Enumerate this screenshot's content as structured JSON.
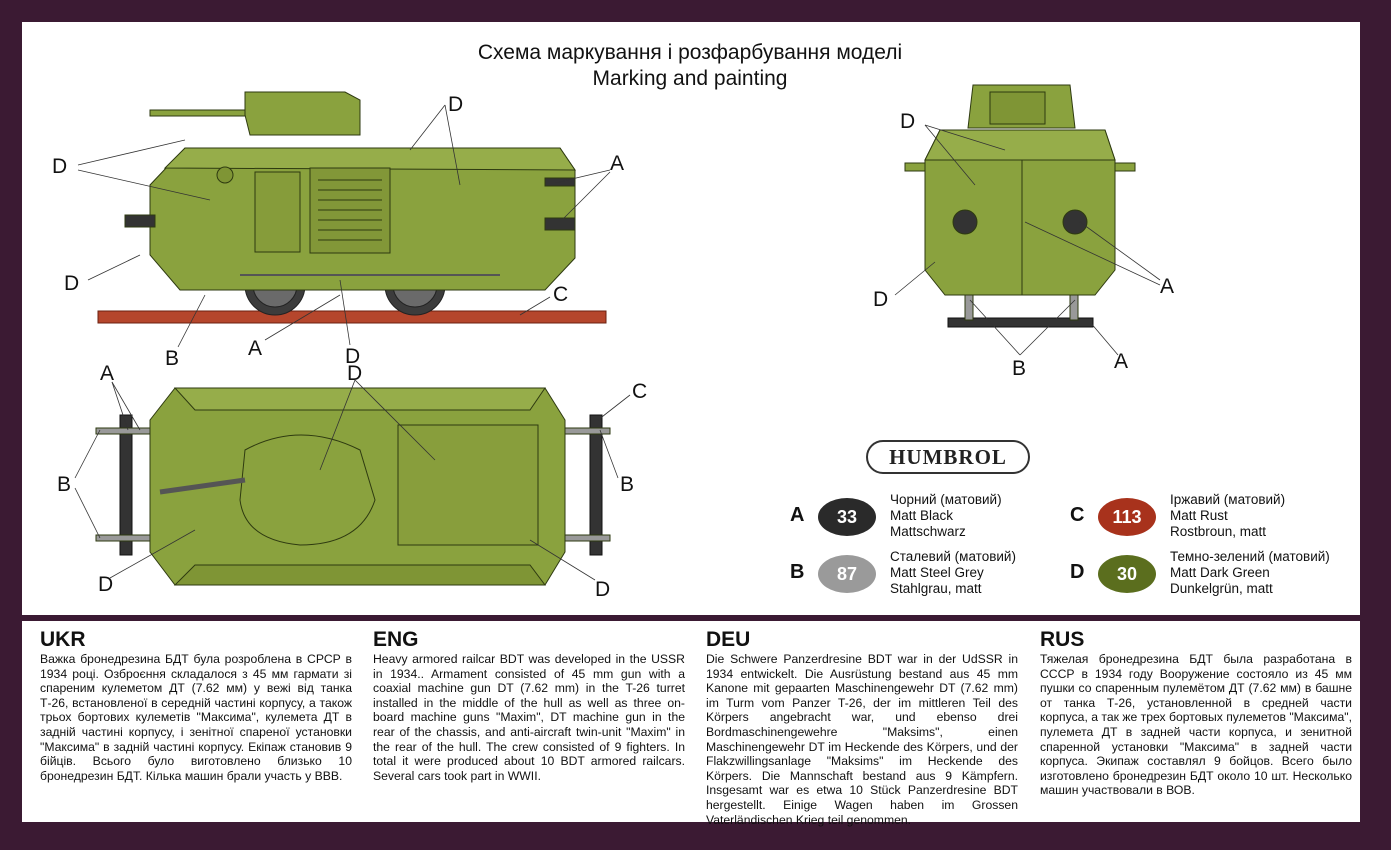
{
  "title": {
    "line1": "Схема маркування і розфарбування моделі",
    "line2": "Marking and painting"
  },
  "callouts": {
    "a": "A",
    "b": "B",
    "c": "C",
    "d": "D"
  },
  "brand": "HUMBROL",
  "paints": [
    {
      "letter": "A",
      "number": "33",
      "color": "#2a2a2a",
      "names": [
        "Чорний (матовий)",
        "Matt Black",
        "Mattschwarz"
      ]
    },
    {
      "letter": "B",
      "number": "87",
      "color": "#9a9a9a",
      "names": [
        "Сталевий (матовий)",
        "Matt Steel Grey",
        "Stahlgrau, matt"
      ]
    },
    {
      "letter": "C",
      "number": "113",
      "color": "#a8321c",
      "names": [
        "Іржавий (матовий)",
        "Matt Rust",
        "Rostbroun, matt"
      ]
    },
    {
      "letter": "D",
      "number": "30",
      "color": "#5b6e1e",
      "names": [
        "Темно-зелений (матовий)",
        "Matt Dark Green",
        "Dunkelgrün, matt"
      ]
    }
  ],
  "texts": [
    {
      "lang": "UKR",
      "body": "Важка бронедрезина БДТ була розроблена в СРСР в 1934 році. Озброєння складалося з 45 мм гармати зі спареним кулеметом ДТ (7.62 мм) у вежі від танка Т-26, встановленої в середній частині корпусу, а також трьох бортових кулеметів \"Максима\", кулемета ДТ в задній частині корпусу, і зенітної спареної установки \"Максима\" в задній частині корпусу. Екіпаж становив 9 бійців. Всього було виготовлено близько 10 бронедрезин БДТ. Кілька машин брали участь у ВВВ."
    },
    {
      "lang": "ENG",
      "body": "Heavy armored railcar BDT was developed in the USSR in 1934.. Armament consisted of 45 mm gun with a coaxial machine gun DT (7.62 mm) in the T-26 turret installed in the middle of the hull as well as three on-board machine guns \"Maxim\", DT machine gun in the rear of the chassis, and anti-aircraft twin-unit \"Maxim\" in the rear of the hull. The crew consisted of 9 fighters. In total it were produced about 10 BDT armored railcars. Several cars took part in WWII."
    },
    {
      "lang": "DEU",
      "body": "Die Schwere Panzerdresine BDT war in der UdSSR in 1934 entwickelt. Die Ausrüstung bestand aus 45 mm Kanone mit gepaarten Maschinengewehr DT (7.62 mm) im Turm vom Panzer T-26, der im mittleren Teil des Körpers angebracht war, und ebenso drei Bordmaschinengewehre \"Maksims\", einen Maschinengewehr DT im Heckende des Körpers, und der Flakzwillingsanlage \"Maksims\" im Heckende des Körpers. Die Mannschaft bestand aus 9 Kämpfern. Insgesamt war es etwa 10 Stück Panzerdresine BDT hergestellt. Einige Wagen haben im Grossen Vaterländischen Krieg teil genommen."
    },
    {
      "lang": "RUS",
      "body": "Тяжелая бронедрезина БДТ была разработана в СССР в 1934 году Вооружение состояло из 45 мм пушки со спаренным пулемётом ДТ (7.62 мм) в башне от танка Т-26, установленной в средней части корпуса, а так же трех бортовых пулеметов \"Максима\", пулемета ДТ в задней части корпуса, и зенитной спаренной установки \"Максима\" в задней части корпуса. Экипаж составлял 9 бойцов. Всего было изготовлено бронедрезин БДТ около 10 шт. Несколько машин участвовали в ВОВ."
    }
  ]
}
